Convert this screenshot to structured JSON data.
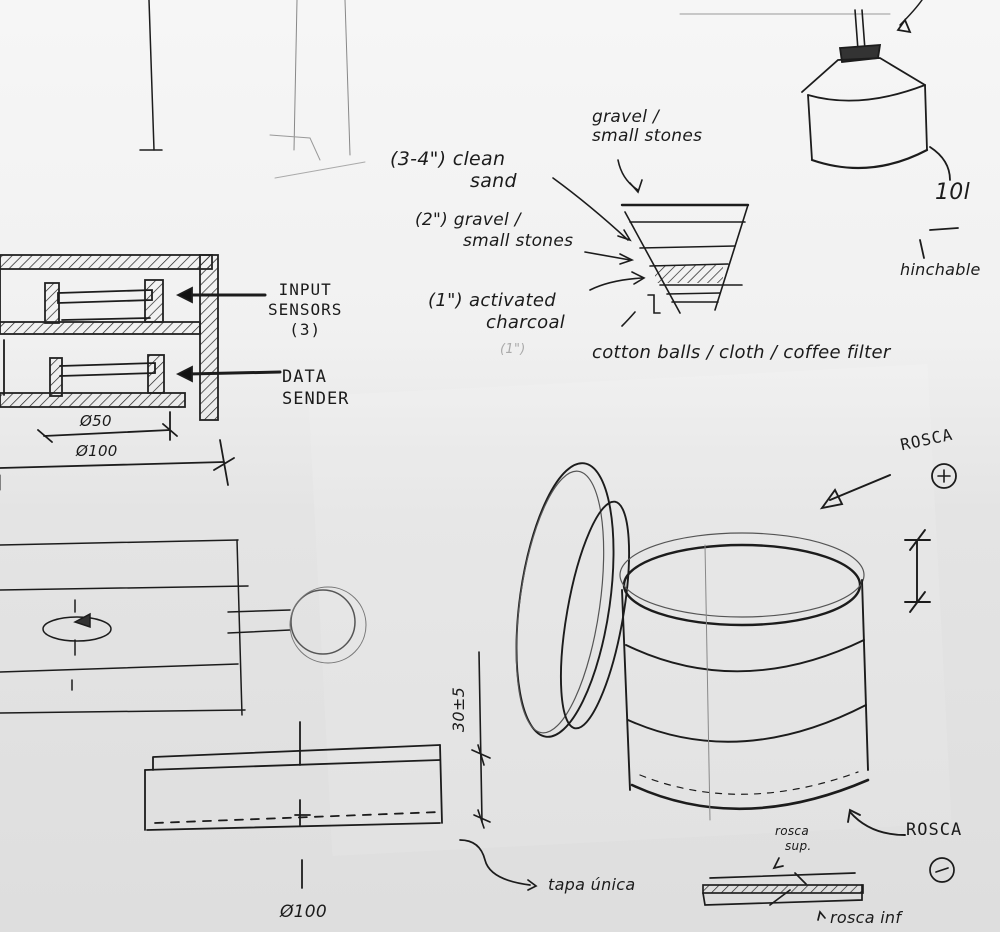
{
  "sketch": {
    "filter": {
      "top_label": [
        "gravel /",
        "small stones"
      ],
      "layer_sand": [
        "(3-4\") clean",
        "sand"
      ],
      "layer_gravel": [
        "(2\") gravel /",
        "small stones"
      ],
      "layer_charcoal": [
        "(1\") activated",
        "charcoal"
      ],
      "faded_note": "(1\")",
      "bottom_label": "cotton balls / cloth / coffee filter"
    },
    "device_section": {
      "label_input": [
        "INPUT",
        "SENSORS",
        "(3)"
      ],
      "label_sender": [
        "DATA",
        "SENDER"
      ],
      "dim_inner": "Ø50",
      "dim_outer": "Ø100"
    },
    "container": {
      "volume": "10l",
      "note": "hinchable"
    },
    "jar": {
      "rosca_top": "ROSCA",
      "rosca_top_symbol": "+",
      "rosca_bottom": "ROSCA",
      "rosca_bottom_symbol": "−",
      "height_dim": "30±5"
    },
    "lid_detail": {
      "label_tapa": "tapa única",
      "label_sup": [
        "rosca",
        "sup."
      ],
      "label_inf": "rosca inf"
    },
    "front_view": {
      "dim": "Ø100"
    }
  }
}
